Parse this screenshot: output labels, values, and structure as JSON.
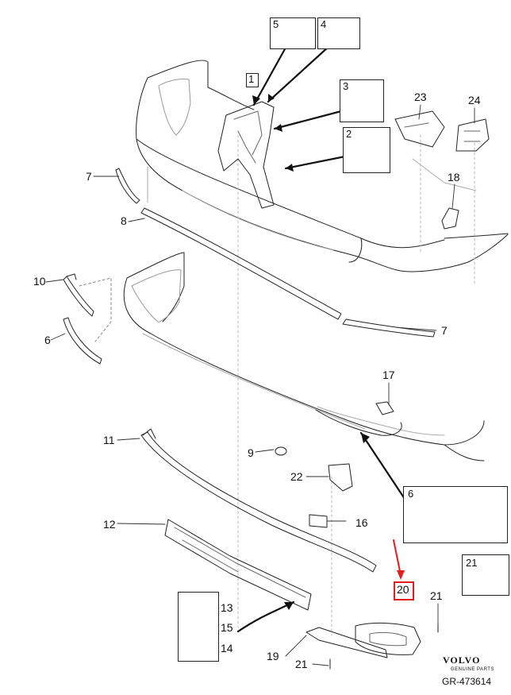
{
  "diagram": {
    "reference": "GR-473614",
    "brand": "VOLVO",
    "brand_sub": "GENUINE PARTS",
    "highlighted_part": "20",
    "colors": {
      "line": "#222222",
      "light_line": "#9a9a9a",
      "highlight": "#e01e1e"
    },
    "parts": {
      "p1": "1",
      "p2": "2",
      "p3": "3",
      "p4": "4",
      "p5": "5",
      "p6a": "6",
      "p6b": "6",
      "p7a": "7",
      "p7b": "7",
      "p8": "8",
      "p9": "9",
      "p10": "10",
      "p11": "11",
      "p12": "12",
      "p13": "13",
      "p14": "14",
      "p15": "15",
      "p16": "16",
      "p17": "17",
      "p18": "18",
      "p19": "19",
      "p20": "20",
      "p21a": "21",
      "p21b": "21",
      "p21c": "21",
      "p22": "22",
      "p23": "23",
      "p24": "24"
    }
  }
}
